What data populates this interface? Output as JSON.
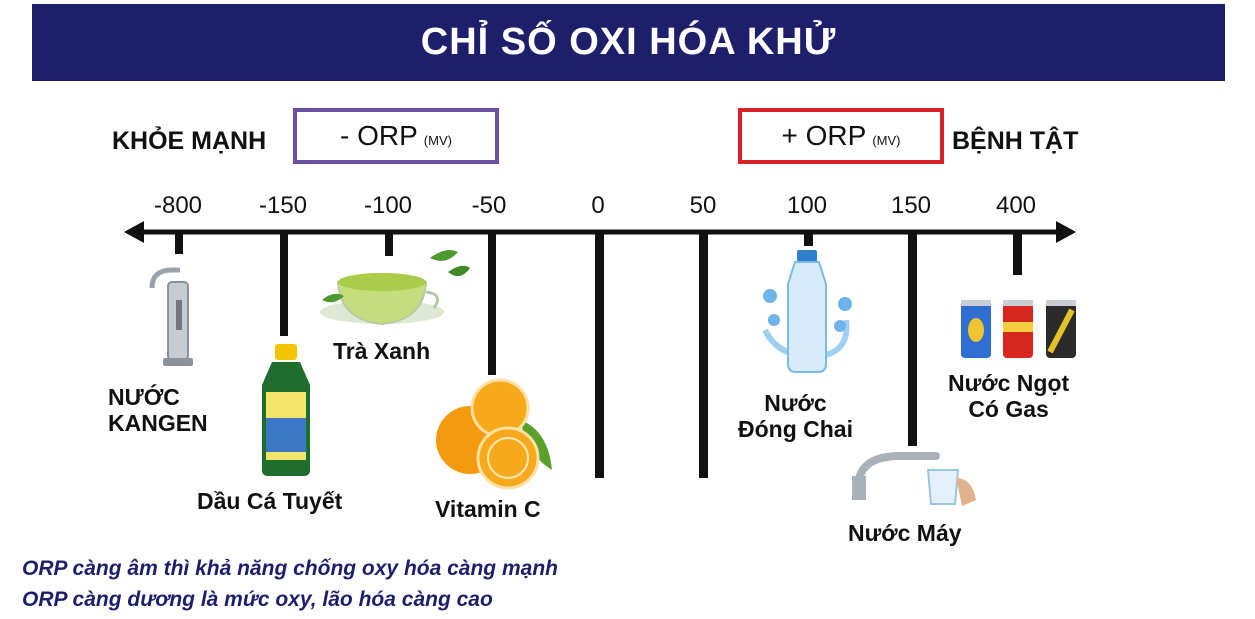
{
  "header": {
    "title": "CHỈ SỐ OXI HÓA KHỬ"
  },
  "labels": {
    "left": "KHỎE MẠNH",
    "right": "BỆNH  TẬT",
    "neg_orp": "- ORP",
    "pos_orp": "+ ORP",
    "unit": "(MV)"
  },
  "colors": {
    "banner": "#1d1f6b",
    "neg_box": "#6a4fa3",
    "pos_box": "#d72027",
    "note_text": "#1d1f6b"
  },
  "ticks": [
    "-800",
    "-150",
    "-100",
    "-50",
    "0",
    "50",
    "100",
    "150",
    "400"
  ],
  "items": {
    "kangen": "NƯỚC\nKANGEN",
    "cod_oil": "Dầu Cá Tuyết",
    "green_tea": "Trà Xanh",
    "vitamin_c": "Vitamin C",
    "bottled": "Nước\nĐóng Chai",
    "tap": "Nước Máy",
    "soda": "Nước Ngọt\nCó Gas"
  },
  "notes": {
    "line1": "ORP càng âm thì khả năng chống oxy hóa càng mạnh",
    "line2": "ORP càng dương là mức oxy, lão hóa càng cao"
  }
}
